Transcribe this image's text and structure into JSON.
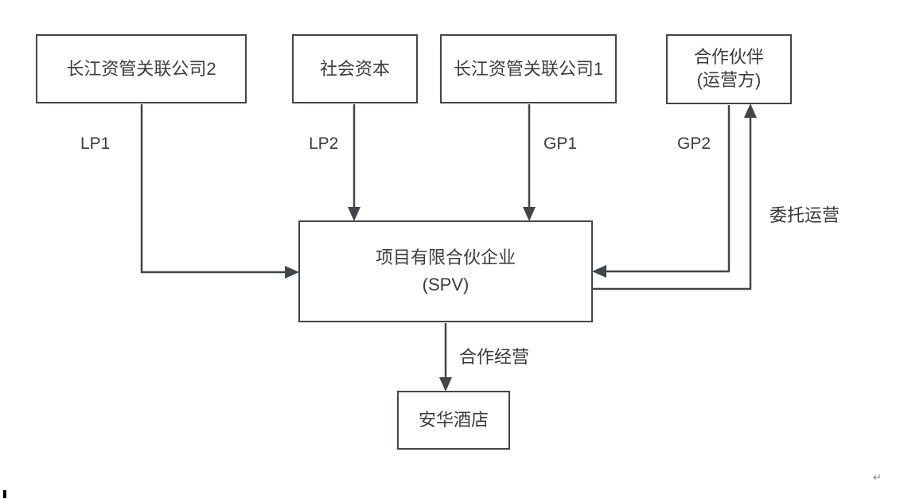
{
  "page": {
    "background": "#ffffff",
    "return_mark": "↵"
  },
  "diagram": {
    "type": "flowchart",
    "stroke_color": "#40464a",
    "text_color": "#3c3c3c",
    "nodes": {
      "lp1_company": {
        "label": "长江资管关联公司2"
      },
      "social_capital": {
        "label": "社会资本"
      },
      "gp1_company": {
        "label": "长江资管关联公司1"
      },
      "partner_operator": {
        "label": "合作伙伴\n(运营方)"
      },
      "spv": {
        "label": "项目有限合伙企业\n(SPV)"
      },
      "hotel": {
        "label": "安华酒店"
      }
    },
    "edges": {
      "lp1": {
        "label": "LP1",
        "from": "lp1_company",
        "to": "spv"
      },
      "lp2": {
        "label": "LP2",
        "from": "social_capital",
        "to": "spv"
      },
      "gp1": {
        "label": "GP1",
        "from": "gp1_company",
        "to": "spv"
      },
      "gp2": {
        "label": "GP2",
        "from": "partner_operator",
        "to": "spv"
      },
      "entrusted_operation": {
        "label": "委托运营",
        "from": "spv",
        "to": "partner_operator"
      },
      "cooperative_operation": {
        "label": "合作经营",
        "from": "spv",
        "to": "hotel"
      }
    }
  }
}
